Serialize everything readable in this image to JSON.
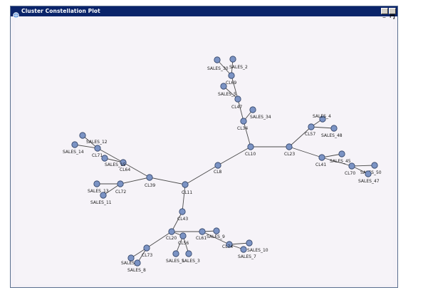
{
  "window": {
    "title": "Cluster Constellation Plot",
    "icon": "globe-icon",
    "buttons": [
      "minimize-icon",
      "maximize-icon"
    ]
  },
  "colors": {
    "titlebar": "#0a246a",
    "plot_background": "#f6f3f8",
    "node_fill": "#7b93c4",
    "node_stroke": "#2d3f63",
    "edge": "#4a4a4a"
  },
  "nodes": [
    {
      "id": "CL11",
      "label": "CL11"
    },
    {
      "id": "CL8",
      "label": "CL8"
    },
    {
      "id": "CL10",
      "label": "CL10"
    },
    {
      "id": "CL34",
      "label": "CL34"
    },
    {
      "id": "SALES_34",
      "label": "SALES_34"
    },
    {
      "id": "CL47",
      "label": "CL47"
    },
    {
      "id": "SALES_5",
      "label": "SALES_5"
    },
    {
      "id": "CL69",
      "label": "CL69"
    },
    {
      "id": "SALES_2",
      "label": "SALES_2"
    },
    {
      "id": "SALES_30",
      "label": "SALES_30"
    },
    {
      "id": "CL23",
      "label": "CL23"
    },
    {
      "id": "CL57",
      "label": "CL57"
    },
    {
      "id": "SALES_4",
      "label": "SALES_4"
    },
    {
      "id": "SALES_48",
      "label": "SALES_48"
    },
    {
      "id": "CL41",
      "label": "CL41"
    },
    {
      "id": "SALES_45",
      "label": "SALES_45"
    },
    {
      "id": "CL70",
      "label": "CL70"
    },
    {
      "id": "SALES_50",
      "label": "SALES_50"
    },
    {
      "id": "SALES_47",
      "label": "SALES_47"
    },
    {
      "id": "CL39",
      "label": "CL39"
    },
    {
      "id": "CL64",
      "label": "CL64"
    },
    {
      "id": "CL71",
      "label": "CL71"
    },
    {
      "id": "SALES_12",
      "label": "SALES_12"
    },
    {
      "id": "SALES_14",
      "label": "SALES_14"
    },
    {
      "id": "SALES_15",
      "label": "SALES_15"
    },
    {
      "id": "CL72",
      "label": "CL72"
    },
    {
      "id": "SALES_13",
      "label": "SALES_13"
    },
    {
      "id": "SALES_11",
      "label": "SALES_11"
    },
    {
      "id": "CL43",
      "label": "CL43"
    },
    {
      "id": "CL20",
      "label": "CL20"
    },
    {
      "id": "CL73",
      "label": "CL73"
    },
    {
      "id": "SALES_6",
      "label": "SALES_6"
    },
    {
      "id": "SALES_8",
      "label": "SALES_8"
    },
    {
      "id": "CL56",
      "label": "CL56"
    },
    {
      "id": "SALES_1",
      "label": "SALES_1"
    },
    {
      "id": "SALES_3",
      "label": "SALES_3"
    },
    {
      "id": "CL61",
      "label": "CL61"
    },
    {
      "id": "SALES_9",
      "label": "SALES_9"
    },
    {
      "id": "CL74",
      "label": "CL74"
    },
    {
      "id": "SALES_7",
      "label": "SALES_7"
    },
    {
      "id": "SALES_10",
      "label": "SALES_10"
    }
  ],
  "edges": [
    [
      "CL11",
      "CL8"
    ],
    [
      "CL8",
      "CL10"
    ],
    [
      "CL10",
      "CL34"
    ],
    [
      "CL34",
      "SALES_34"
    ],
    [
      "CL34",
      "CL47"
    ],
    [
      "CL47",
      "SALES_5"
    ],
    [
      "CL47",
      "CL69"
    ],
    [
      "CL69",
      "SALES_2"
    ],
    [
      "CL69",
      "SALES_30"
    ],
    [
      "CL10",
      "CL23"
    ],
    [
      "CL23",
      "CL57"
    ],
    [
      "CL57",
      "SALES_4"
    ],
    [
      "CL57",
      "SALES_48"
    ],
    [
      "CL23",
      "CL41"
    ],
    [
      "CL41",
      "SALES_45"
    ],
    [
      "CL41",
      "CL70"
    ],
    [
      "CL70",
      "SALES_50"
    ],
    [
      "CL70",
      "SALES_47"
    ],
    [
      "CL11",
      "CL39"
    ],
    [
      "CL39",
      "CL64"
    ],
    [
      "CL64",
      "CL71"
    ],
    [
      "CL71",
      "SALES_12"
    ],
    [
      "CL71",
      "SALES_14"
    ],
    [
      "CL64",
      "SALES_15"
    ],
    [
      "CL39",
      "CL72"
    ],
    [
      "CL72",
      "SALES_13"
    ],
    [
      "CL72",
      "SALES_11"
    ],
    [
      "CL11",
      "CL43"
    ],
    [
      "CL43",
      "CL20"
    ],
    [
      "CL20",
      "CL73"
    ],
    [
      "CL73",
      "SALES_6"
    ],
    [
      "CL73",
      "SALES_8"
    ],
    [
      "CL20",
      "CL56"
    ],
    [
      "CL56",
      "SALES_1"
    ],
    [
      "CL56",
      "SALES_3"
    ],
    [
      "CL20",
      "CL61"
    ],
    [
      "CL61",
      "SALES_9"
    ],
    [
      "CL61",
      "CL74"
    ],
    [
      "CL74",
      "SALES_7"
    ],
    [
      "CL74",
      "SALES_10"
    ]
  ]
}
